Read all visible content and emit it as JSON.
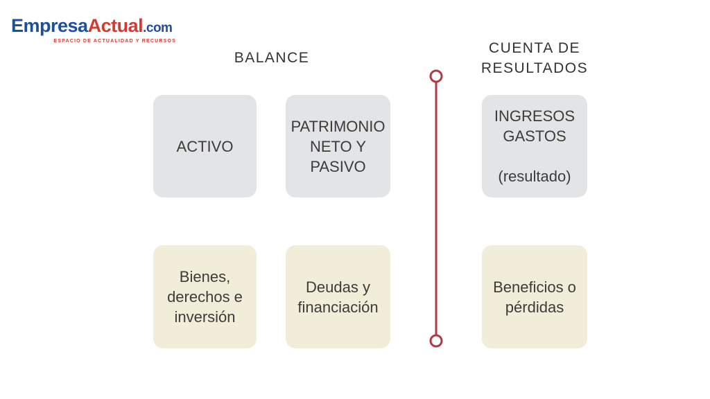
{
  "logo": {
    "brand_primary": "Empresa",
    "brand_secondary": "Actual",
    "brand_tld": ".com",
    "tagline": "ESPACIO DE ACTUALIDAD Y RECURSOS"
  },
  "headings": {
    "balance": "BALANCE",
    "income_statement": "CUENTA DE\nRESULTADOS"
  },
  "boxes": [
    {
      "id": "activo",
      "label": "ACTIVO",
      "style": "gray"
    },
    {
      "id": "patrimonio",
      "label": "PATRIMONIO\nNETO Y\nPASIVO",
      "style": "gray"
    },
    {
      "id": "ingresos",
      "label": "INGRESOS\nGASTOS\n\n(resultado)",
      "style": "gray"
    },
    {
      "id": "bienes",
      "label": "Bienes,\nderechos e\ninversión",
      "style": "cream"
    },
    {
      "id": "deudas",
      "label": "Deudas y\nfinanciación",
      "style": "cream"
    },
    {
      "id": "beneficios",
      "label": "Beneficios o\npérdidas",
      "style": "cream"
    }
  ],
  "colors": {
    "box_gray": "#e3e4e6",
    "box_cream": "#f2edd8",
    "divider_red": "#ae3a44",
    "logo_blue": "#1d4f9e",
    "logo_red": "#d6392f",
    "text_dark": "#3b3b3b"
  }
}
